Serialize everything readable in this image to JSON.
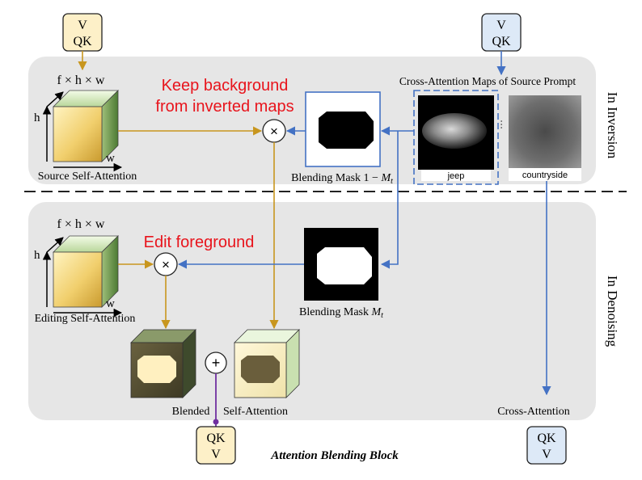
{
  "io_boxes": {
    "top_left": {
      "line1": "V",
      "line2": "QK"
    },
    "top_right": {
      "line1": "V",
      "line2": "QK"
    },
    "bottom_left": {
      "line1": "QK",
      "line2": "V"
    },
    "bottom_right": {
      "line1": "QK",
      "line2": "V"
    }
  },
  "labels": {
    "dims_top": "f × h × w",
    "dims_bottom": "f × h × w",
    "h_top": "h",
    "w_top": "w",
    "h_bottom": "h",
    "w_bottom": "w",
    "keep_bg_line1": "Keep background",
    "keep_bg_line2": "from inverted maps",
    "edit_fg": "Edit foreground",
    "source_self_attention": "Source Self-Attention",
    "editing_self_attention": "Editing Self-Attention",
    "blending_mask_inv_prefix": "Blending Mask 1 − ",
    "blending_mask_prefix": "Blending Mask ",
    "mask_var": "M",
    "mask_sub": "t",
    "cross_attention_maps": "Cross-Attention Maps of Source Prompt",
    "jeep": "jeep",
    "countryside": "countryside",
    "in_inversion": "In Inversion",
    "in_denoising": "In Denoising",
    "blended": "Blended",
    "self_attention": "Self-Attention",
    "cross_attention": "Cross-Attention",
    "block_title": "Attention Blending Block",
    "dots": "···"
  },
  "operators": {
    "multiply_top": "×",
    "multiply_bottom": "×",
    "plus": "+"
  },
  "colors": {
    "panel_bg": "#e6e6e6",
    "orange_line": "#c8961e",
    "blue_line": "#4472c4",
    "red_text": "#e8141c",
    "yellow_box": "#fdf0c8",
    "blue_box": "#dde9f7",
    "purple": "#7030a0"
  }
}
